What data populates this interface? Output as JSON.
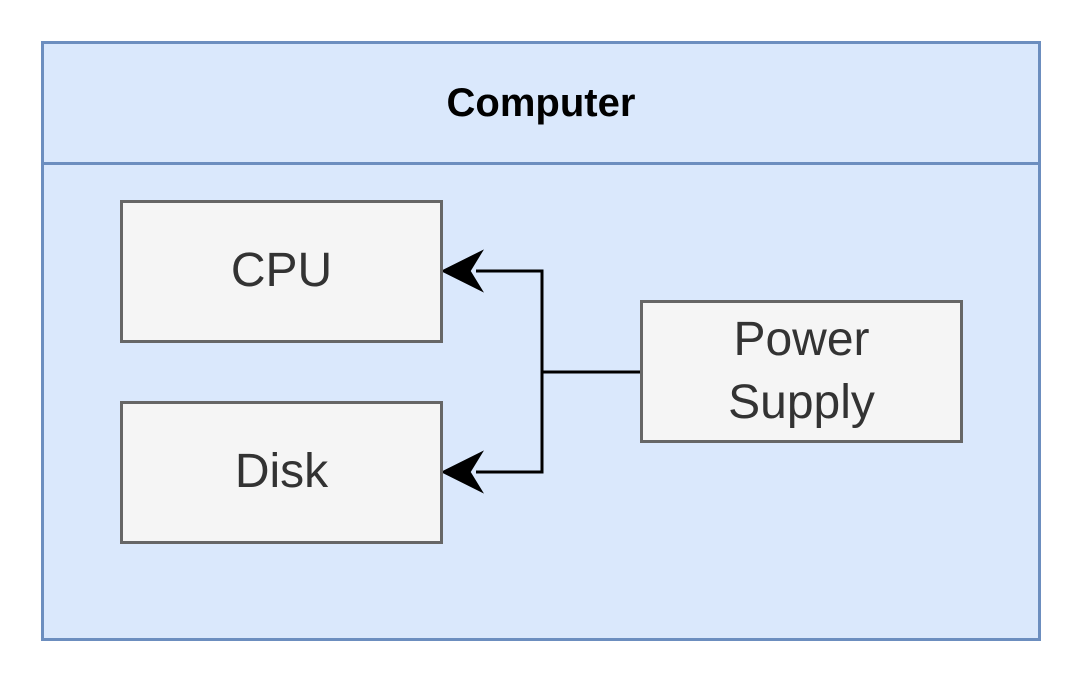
{
  "container": {
    "title": "Computer",
    "fill": "#dae8fc",
    "stroke": "#6c8ebf"
  },
  "nodes": {
    "cpu": {
      "label": "CPU"
    },
    "disk": {
      "label": "Disk"
    },
    "power_supply": {
      "label": "Power\nSupply"
    }
  },
  "edges": [
    {
      "from": "Power Supply",
      "to": "CPU"
    },
    {
      "from": "Power Supply",
      "to": "Disk"
    }
  ],
  "node_style": {
    "fill": "#f5f5f5",
    "stroke": "#666666",
    "text_color": "#333333"
  }
}
